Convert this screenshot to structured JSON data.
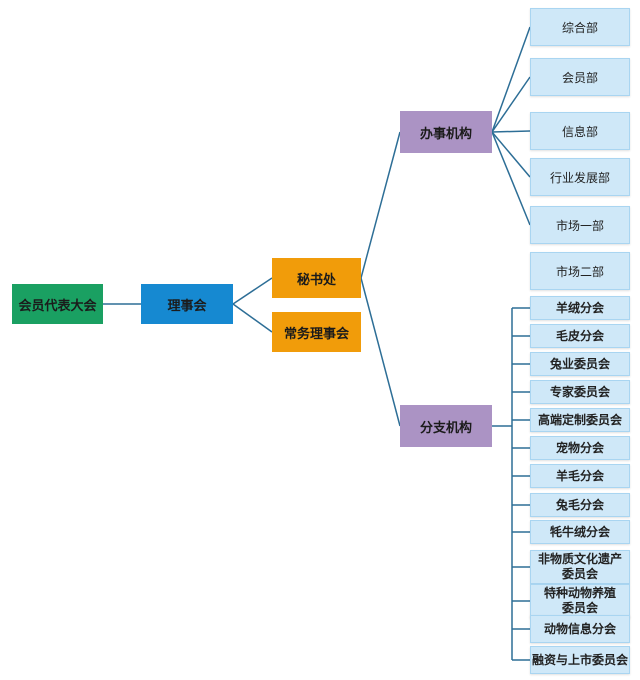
{
  "colors": {
    "line": "#2d6e96",
    "root": "#1aa062",
    "board": "#1689d1",
    "secretariat": "#f19c0a",
    "office_group": "#ab93c4",
    "leaf_bg": "#cfe8f8"
  },
  "nodes": {
    "root": "会员代表大会",
    "board": "理事会",
    "secretariat": "秘书处",
    "standing_board": "常务理事会",
    "offices": "办事机构",
    "branches": "分支机构"
  },
  "offices_children": [
    "综合部",
    "会员部",
    "信息部",
    "行业发展部",
    "市场一部",
    "市场二部"
  ],
  "branches_children": [
    "羊绒分会",
    "毛皮分会",
    "兔业委员会",
    "专家委员会",
    "高端定制委员会",
    "宠物分会",
    "羊毛分会",
    "兔毛分会",
    "牦牛绒分会",
    "非物质文化遗产委员会",
    "特种动物养殖委员会",
    "动物信息分会",
    "融资与上市委员会"
  ],
  "branches_children_lines": {
    "9": [
      "非物质文化遗产",
      "委员会"
    ],
    "10": [
      "特种动物养殖",
      "委员会"
    ]
  }
}
